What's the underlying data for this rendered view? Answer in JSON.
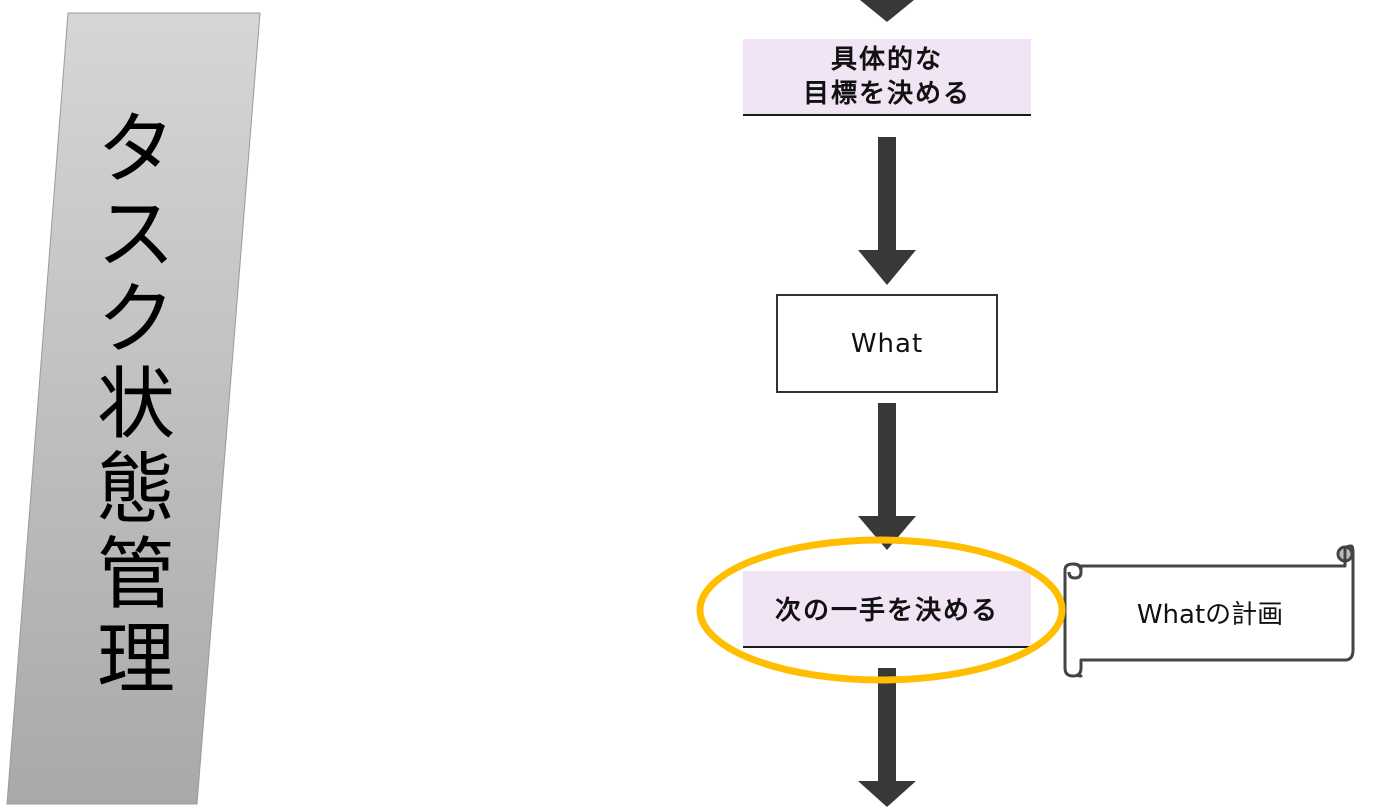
{
  "banner": {
    "title_chars": [
      "タ",
      "ス",
      "ク",
      "状",
      "態",
      "管",
      "理"
    ]
  },
  "flow": {
    "goal_line1": "具体的な",
    "goal_line2": "目標を決める",
    "what_label": "What",
    "next_step_label": "次の一手を決める"
  },
  "scroll": {
    "label": "Whatの計画"
  },
  "colors": {
    "arrow": "#3a3836",
    "highlight_ellipse": "#ffbf00",
    "label_fill": "#f1e4f4",
    "banner_gradient_top": "#d4d4d4",
    "banner_gradient_bottom": "#a8a8a8"
  }
}
